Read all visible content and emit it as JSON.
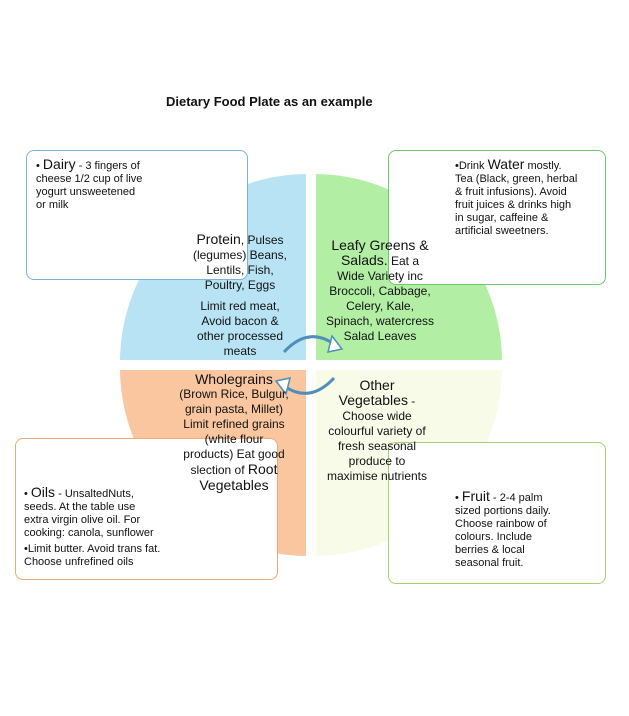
{
  "title": "Dietary Food Plate as an example",
  "colors": {
    "protein": "#b7e3f4",
    "leafy": "#b2efa5",
    "wholegrains": "#f9c6a0",
    "other": "#f7fbe8",
    "dairy_border": "#7ab3d6",
    "water_border": "#6cc96a",
    "oils_border": "#f0a874",
    "fruit_border": "#a6d36b",
    "arrow": "#4f8fb8"
  },
  "icons": {
    "cycle": "circular-arrows-icon"
  },
  "plate": {
    "protein": {
      "head": "Protein",
      "lines": [
        ", Pulses",
        "(legumes) Beans,",
        "Lentils, Fish,",
        "Poultry, Eggs"
      ],
      "limit": [
        "Limit red meat,",
        "Avoid bacon &",
        "other processed",
        "meats"
      ]
    },
    "leafy": {
      "head1": "Leafy Greens &",
      "head2": "Salads.",
      "lines": [
        " Eat a",
        "Wide Variety  inc",
        "Broccoli, Cabbage,",
        "Celery, Kale,",
        "Spinach, watercress",
        "Salad Leaves"
      ]
    },
    "wholegrains": {
      "head": "Wholegrains",
      "lines": [
        "(Brown Rice, Bulgur,",
        "grain pasta, Millet)",
        "Limit refined grains",
        "(white flour",
        "products)  Eat good"
      ],
      "tail": "slection of ",
      "root": "Root",
      "veg": "Vegetables"
    },
    "other": {
      "head1": "Other",
      "head2": "Vegetables",
      "dash": " -",
      "lines": [
        "Choose wide",
        "colourful variety of",
        "fresh seasonal",
        "produce to",
        "maximise nutrients"
      ]
    }
  },
  "boxes": {
    "dairy": {
      "bullet": "•",
      "lead": "Dairy",
      "lines": [
        " -  3 fingers of",
        "cheese 1/2 cup of live",
        "yogurt unsweetened",
        "or milk"
      ]
    },
    "water": {
      "bullet": "•",
      "pre": "Drink ",
      "lead": "Water",
      "lines": [
        " mostly.",
        "Tea (Black, green, herbal",
        "& fruit infusions). Avoid",
        "fruit juices & drinks high",
        "in sugar, caffeine &",
        "artificial sweetners."
      ]
    },
    "oils": {
      "bullet": "•",
      "lead": "Oils",
      "lines": [
        " - UnsaltedNuts,",
        "seeds. At the table use",
        "extra virgin olive oil. For",
        "cooking: canola, sunflower"
      ],
      "bullet2": "•",
      "lines2": [
        "Limit butter. Avoid trans fat.",
        "Choose unfrefined oils"
      ]
    },
    "fruit": {
      "bullet": "•",
      "lead": "Fruit",
      "lines": [
        " - 2-4 palm",
        "sized portions daily.",
        "Choose rainbow of",
        "colours. Include",
        "berries & local",
        "seasonal fruit."
      ]
    }
  }
}
